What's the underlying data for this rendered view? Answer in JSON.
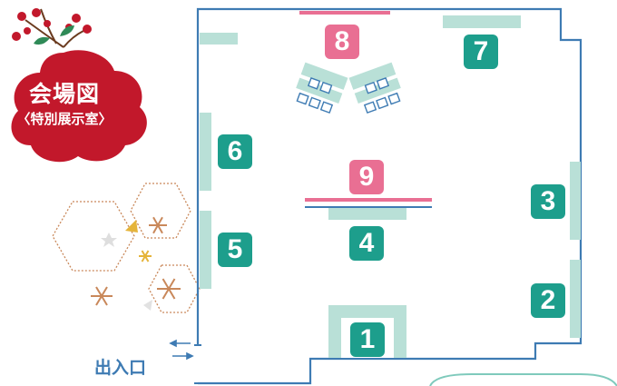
{
  "title": {
    "main": "会場図",
    "sub": "〈特別展示室〉"
  },
  "entrance_label": "出入口",
  "booths": [
    {
      "number": "1",
      "color": "#1d9e8c"
    },
    {
      "number": "2",
      "color": "#1d9e8c"
    },
    {
      "number": "3",
      "color": "#1d9e8c"
    },
    {
      "number": "4",
      "color": "#1d9e8c"
    },
    {
      "number": "5",
      "color": "#1d9e8c"
    },
    {
      "number": "6",
      "color": "#1d9e8c"
    },
    {
      "number": "7",
      "color": "#1d9e8c"
    },
    {
      "number": "8",
      "color": "#e96f93"
    },
    {
      "number": "9",
      "color": "#e96f93"
    }
  ],
  "colors": {
    "wall": "#3e7bb3",
    "panel": "#b9e0d7",
    "booth_teal": "#1d9e8c",
    "booth_pink": "#e96f93",
    "title_blob": "#c2182b"
  }
}
